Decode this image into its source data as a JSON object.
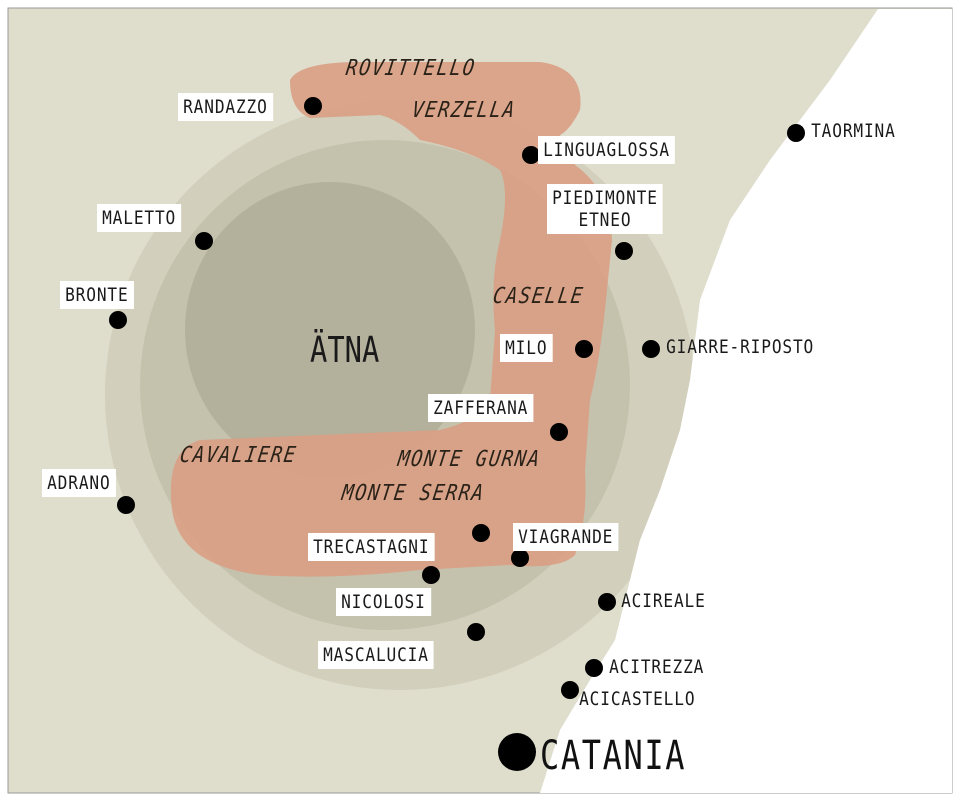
{
  "map": {
    "volcano": "ÄTNA",
    "colors": {
      "land": "#dfddcc",
      "outer_slope": "#d2d0bc",
      "mid_slope": "#c4c2ad",
      "summit": "#b3b09c",
      "wine_zone": "#d9a084",
      "sea": "#ffffff"
    },
    "wine_areas": [
      "ROVITTELLO",
      "VERZELLA",
      "CASELLE",
      "CAVALIERE",
      "MONTE GURNA",
      "MONTE SERRA"
    ],
    "towns": {
      "randazzo": "RANDAZZO",
      "linguaglossa": "LINGUAGLOSSA",
      "taormina": "TAORMINA",
      "maletto": "MALETTO",
      "bronte": "BRONTE",
      "piedimonte_1": "PIEDIMONTE",
      "piedimonte_2": "ETNEO",
      "milo": "MILO",
      "giarre": "GIARRE-RIPOSTO",
      "zafferana": "ZAFFERANA",
      "adrano": "ADRANO",
      "trecastagni": "TRECASTAGNI",
      "viagrande": "VIAGRANDE",
      "nicolosi": "NICOLOSI",
      "acireale": "ACIREALE",
      "mascalucia": "MASCALUCIA",
      "acitrezza": "ACITREZZA",
      "acicastello": "ACICASTELLO",
      "catania": "CATANIA"
    }
  }
}
